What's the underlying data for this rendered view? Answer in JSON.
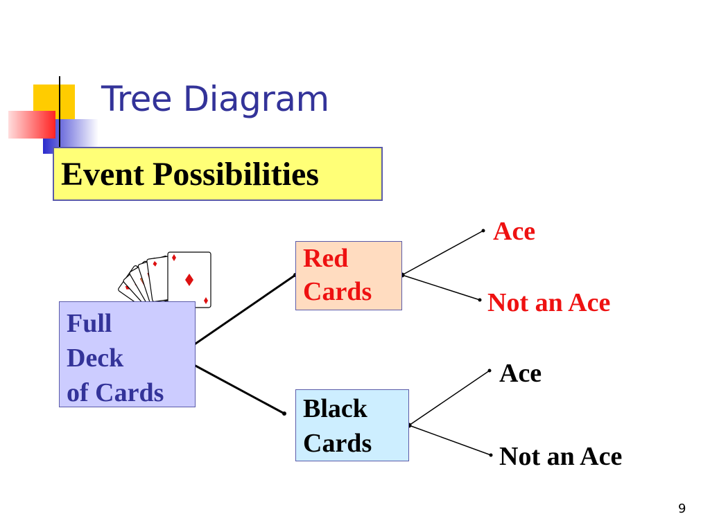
{
  "title": "Tree Diagram",
  "subtitle": "Event Possibilities",
  "nodes": {
    "root": {
      "lines": [
        "Full",
        "Deck",
        "of Cards"
      ]
    },
    "red": {
      "lines": [
        "Red",
        "Cards"
      ]
    },
    "black": {
      "lines": [
        "Black",
        "Cards"
      ]
    }
  },
  "leaves": {
    "red_ace": "Ace",
    "red_not_ace": "Not an Ace",
    "black_ace": "Ace",
    "black_not_ace": "Not an Ace"
  },
  "page_number": "9",
  "icons": [
    "playing-cards-icon"
  ],
  "colors": {
    "title": "#333399",
    "subtitle_box": "#ffff77",
    "root_box": "#ccccff",
    "red_box": "#ffdcc0",
    "black_box": "#cdeeff",
    "red_text": "#ee1111"
  }
}
